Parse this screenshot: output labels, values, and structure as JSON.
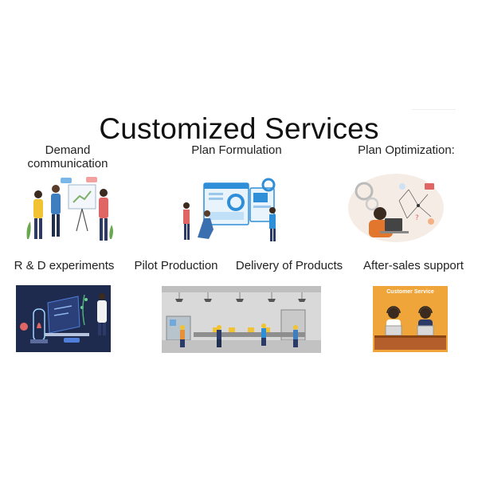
{
  "page": {
    "title": "Customized Services"
  },
  "services_row1": [
    {
      "label_line1": "Demand",
      "label_line2": "communication",
      "illustration": "team-presentation-illustration"
    },
    {
      "label": "Plan Formulation",
      "illustration": "dashboard-planning-illustration"
    },
    {
      "label": "Plan Optimization:",
      "illustration": "optimization-network-illustration"
    }
  ],
  "services_row2": [
    {
      "label": "R & D experiments",
      "illustration": "lab-research-illustration"
    },
    {
      "label": "Pilot Production",
      "illustration": "factory-production-illustration"
    },
    {
      "label": "Delivery of Products"
    },
    {
      "label": "After-sales support",
      "illustration": "customer-service-illustration"
    }
  ],
  "customer_service_sign": "Customer Service",
  "colors": {
    "background": "#ffffff",
    "lab_bg": "#1f2a4f",
    "factory_bg": "#d9d9d9",
    "service_bg": "#f0a53a",
    "accent_blue": "#2e8fd8"
  }
}
